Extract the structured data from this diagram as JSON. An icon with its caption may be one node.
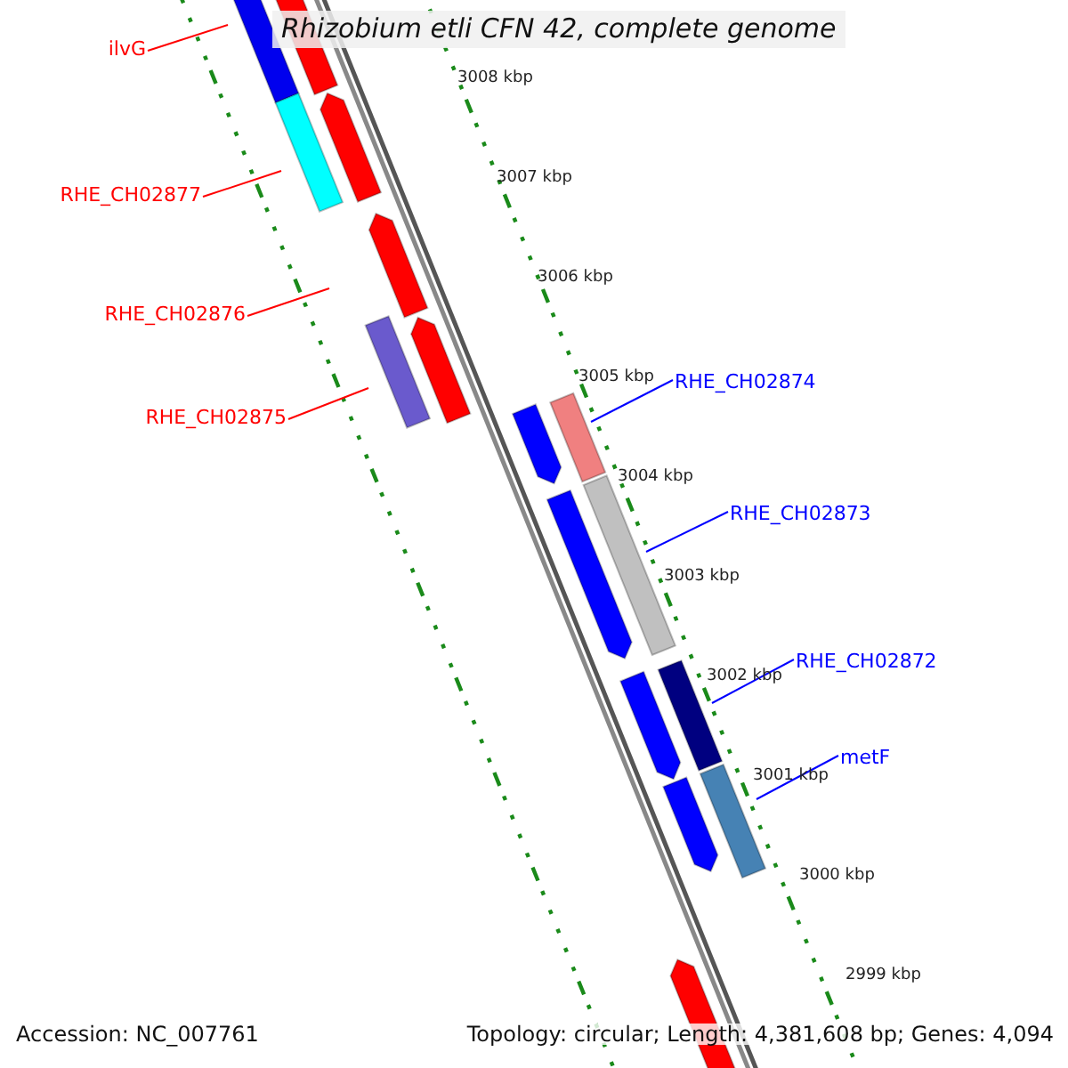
{
  "diagram": {
    "title": "Rhizobium etli CFN 42, complete genome",
    "nodes": [
      {
        "text": [
          "ilvG"
        ]
      },
      {
        "text": [
          "RHE_CH02877"
        ]
      },
      {
        "text": [
          "RHE_CH02876"
        ]
      },
      {
        "text": [
          "RHE_CH02875"
        ]
      },
      {
        "text": [
          "RHE_CH02874"
        ]
      },
      {
        "text": [
          "RHE_CH02873"
        ]
      },
      {
        "text": [
          "RHE_CH02872"
        ]
      },
      {
        "text": [
          "metF"
        ]
      }
    ],
    "edges": [
      {
        "from": 0,
        "to": null,
        "arrow": "none",
        "color": "#ff0000"
      },
      {
        "from": 1,
        "to": null,
        "arrow": "none",
        "color": "#ff0000"
      },
      {
        "from": 2,
        "to": null,
        "arrow": "none",
        "color": "#ff0000"
      },
      {
        "from": 3,
        "to": null,
        "arrow": "none",
        "color": "#ff0000"
      },
      {
        "from": 4,
        "to": null,
        "arrow": "none",
        "color": "#0000ff"
      },
      {
        "from": 5,
        "to": null,
        "arrow": "none",
        "color": "#0000ff"
      },
      {
        "from": 6,
        "to": null,
        "arrow": "none",
        "color": "#0000ff"
      },
      {
        "from": 7,
        "to": null,
        "arrow": "none",
        "color": "#0000ff"
      }
    ],
    "labels": [
      "3008 kbp",
      "3007 kbp",
      "3006 kbp",
      "3005 kbp",
      "3004 kbp",
      "3003 kbp",
      "3002 kbp",
      "3001 kbp",
      "3000 kbp",
      "2999 kbp",
      "Accession: NC_007761",
      "Topology: circular; Length: 4,381,608 bp; Genes: 4,094"
    ]
  }
}
